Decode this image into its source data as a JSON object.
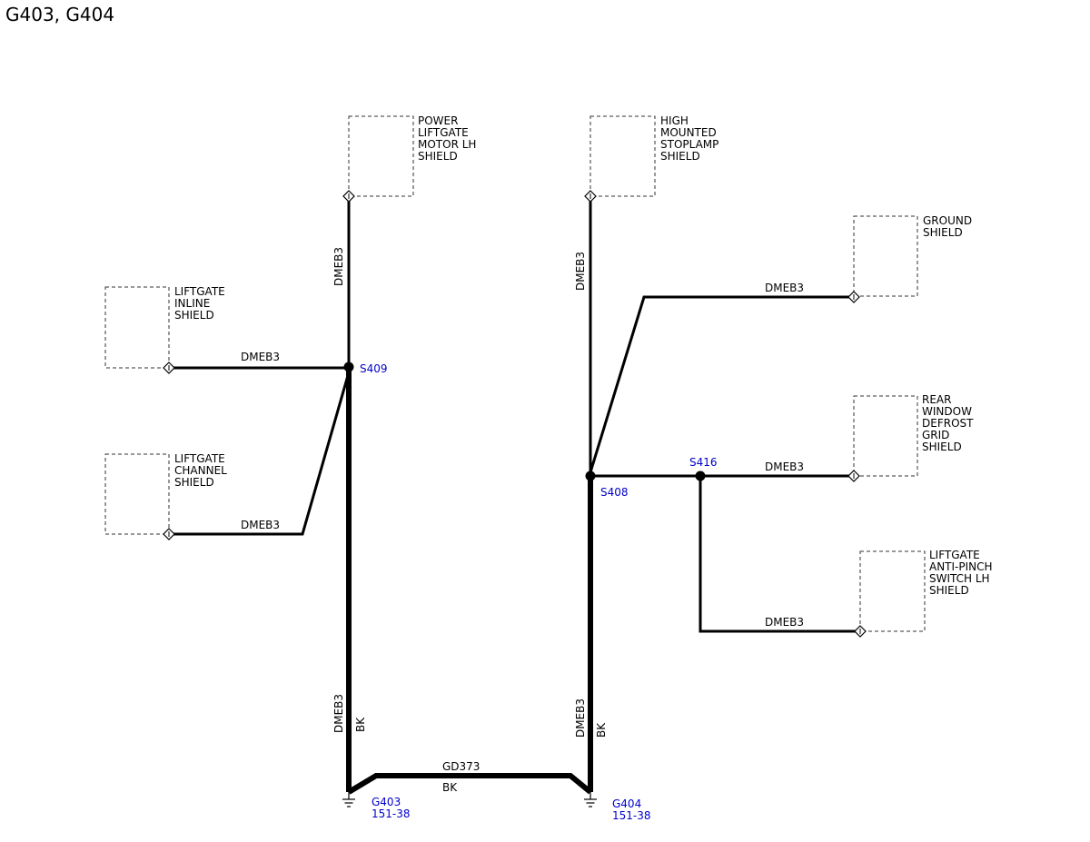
{
  "title": "G403, G404",
  "components": {
    "power_liftgate_motor_lh_shield": [
      "POWER",
      "LIFTGATE",
      "MOTOR LH",
      "SHIELD"
    ],
    "high_mounted_stoplamp_shield": [
      "HIGH",
      "MOUNTED",
      "STOPLAMP",
      "SHIELD"
    ],
    "ground_shield": [
      "GROUND",
      "SHIELD"
    ],
    "liftgate_inline_shield": [
      "LIFTGATE",
      "INLINE",
      "SHIELD"
    ],
    "liftgate_channel_shield": [
      "LIFTGATE",
      "CHANNEL",
      "SHIELD"
    ],
    "rear_window_defrost_grid_shield": [
      "REAR",
      "WINDOW",
      "DEFROST",
      "GRID",
      "SHIELD"
    ],
    "liftgate_anti_pinch_switch_lh_shield": [
      "LIFTGATE",
      "ANTI-PINCH",
      "SWITCH LH",
      "SHIELD"
    ]
  },
  "splices": {
    "s409": "S409",
    "s408": "S408",
    "s416": "S416"
  },
  "grounds": {
    "g403": {
      "name": "G403",
      "ref": "151-38"
    },
    "g404": {
      "name": "G404",
      "ref": "151-38"
    }
  },
  "wires": {
    "dmeb3": "DMEB3",
    "bk": "BK",
    "gd373": "GD373"
  },
  "colors": {
    "wire": "#000000",
    "reference_label": "#0000cc"
  }
}
